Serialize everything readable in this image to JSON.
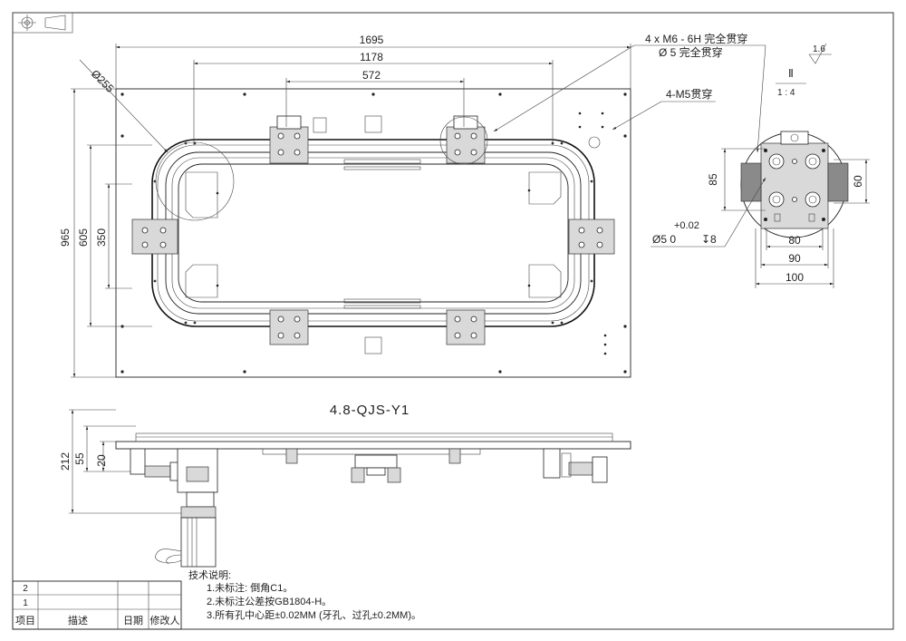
{
  "plan_dims": {
    "width_overall": "1695",
    "width_mid": "1178",
    "width_inner": "572",
    "height_overall": "965",
    "height_mid": "605",
    "height_inner": "350",
    "circle_dia": "Ø255"
  },
  "notes": {
    "threaded_holes": "4 x  M6 - 6H 完全贯穿",
    "through_hole": "Ø 5 完全贯穿",
    "m5_holes": "4-M5贯穿"
  },
  "detail_view": {
    "label": "Ⅱ",
    "scale": "1 : 4",
    "roughness": "1.6",
    "dim_85": "85",
    "dim_60": "60",
    "dim_80": "80",
    "dim_90": "90",
    "dim_100": "100",
    "hole_tol": "+0.02",
    "hole_dia": "Ø5   0",
    "hole_depth": "↧8"
  },
  "drawing_number": "4.8-QJS-Y1",
  "side_dims": {
    "dim_212": "212",
    "dim_55": "55",
    "dim_20": "20"
  },
  "tech_notes": {
    "title": "技术说明:",
    "line1": "1.未标注: 倒角C1。",
    "line2": "2.未标注公差按GB1804-H。",
    "line3": "3.所有孔中心距±0.02MM (牙孔、过孔±0.2MM)。"
  },
  "revision_table": {
    "rows": [
      "2",
      "1"
    ],
    "headers": [
      "项目",
      "描述",
      "日期",
      "修改人"
    ]
  }
}
